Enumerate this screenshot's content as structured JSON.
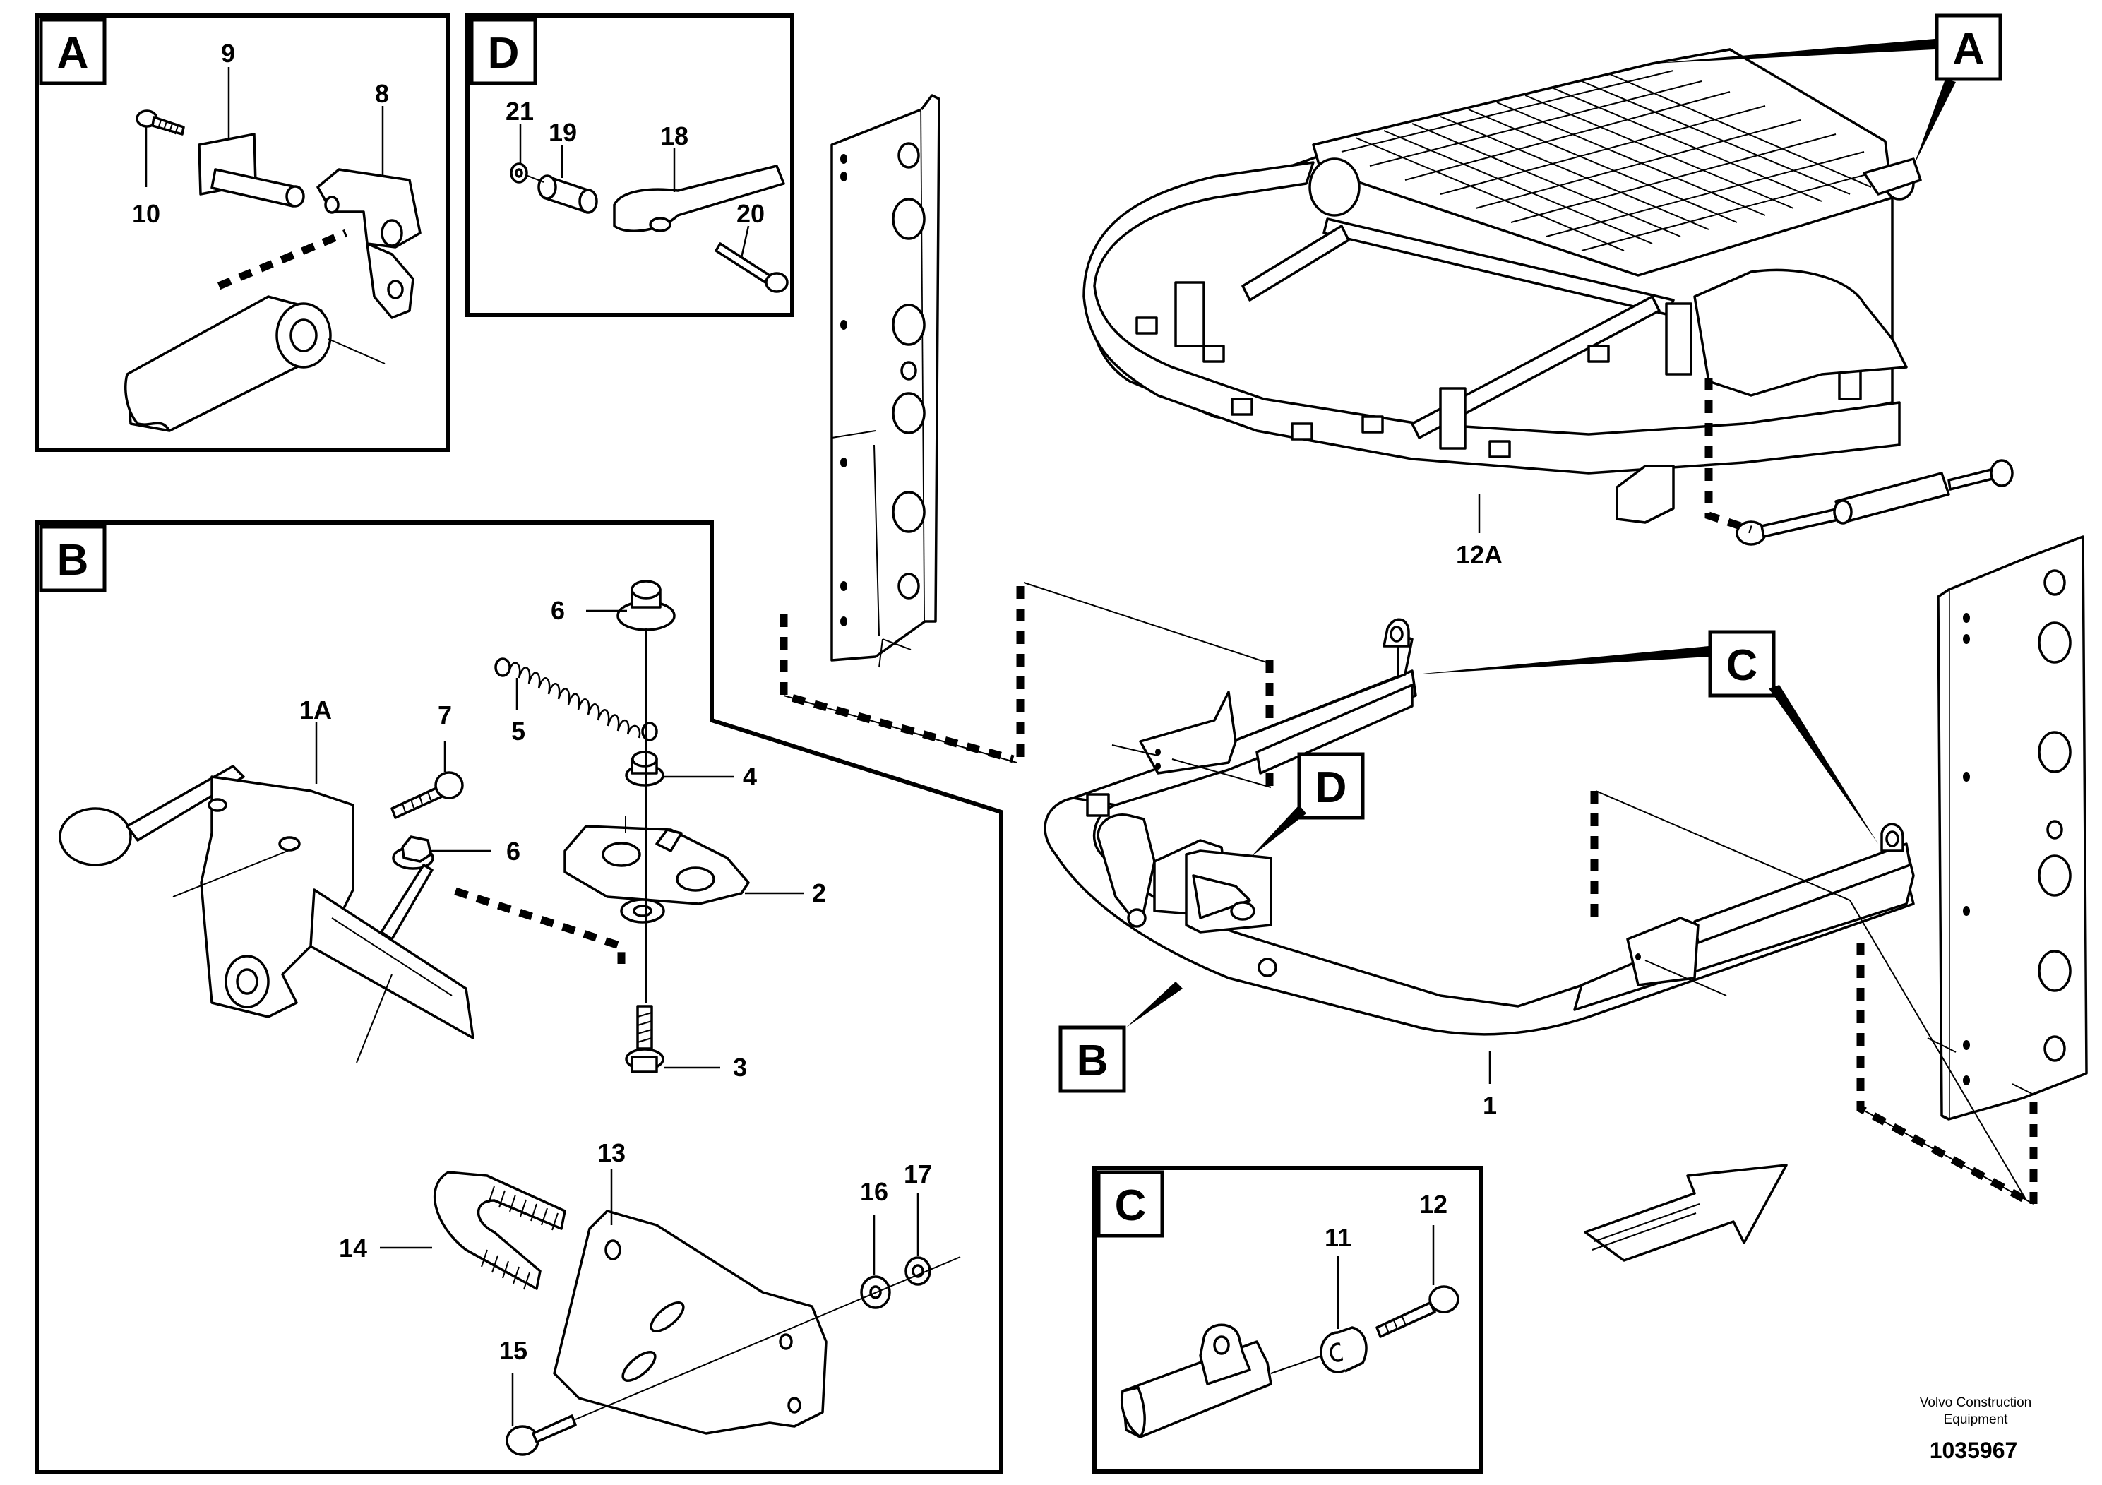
{
  "panels": {
    "a": {
      "letter": "A",
      "callouts": {
        "p9": "9",
        "p8": "8",
        "p10": "10"
      }
    },
    "d": {
      "letter": "D",
      "callouts": {
        "p21": "21",
        "p19": "19",
        "p18": "18",
        "p20": "20"
      }
    },
    "b": {
      "letter": "B",
      "callouts": {
        "p6a": "6",
        "p5": "5",
        "p4": "4",
        "p1a": "1A",
        "p7": "7",
        "p6b": "6",
        "p2": "2",
        "p3": "3",
        "p13": "13",
        "p14": "14",
        "p16": "16",
        "p17": "17",
        "p15": "15"
      }
    },
    "c": {
      "letter": "C",
      "callouts": {
        "p11": "11",
        "p12": "12"
      }
    }
  },
  "main": {
    "callouts": {
      "p12a": "12A",
      "p1": "1"
    },
    "refs": {
      "a": "A",
      "c": "C",
      "d": "D",
      "b": "B"
    }
  },
  "footer": {
    "company_line1": "Volvo Construction",
    "company_line2": "Equipment",
    "drawing_number": "1035967"
  }
}
